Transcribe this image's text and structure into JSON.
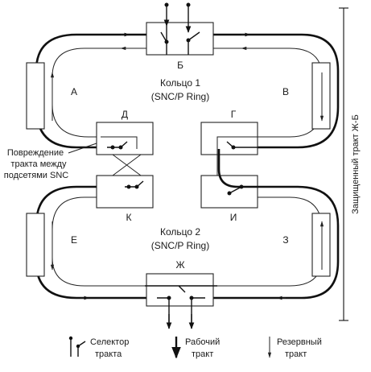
{
  "nodes": {
    "b": "Б",
    "a": "А",
    "v": "В",
    "d": "Д",
    "g": "Г",
    "k": "К",
    "i": "И",
    "e": "Е",
    "z": "З",
    "zh": "Ж"
  },
  "ring1": {
    "name": "Кольцо 1",
    "type": "(SNC/P Ring)"
  },
  "ring2": {
    "name": "Кольцо 2",
    "type": "(SNC/P Ring)"
  },
  "damage_note": {
    "line1": "Повреждение",
    "line2": "тракта между",
    "line3": "подсетями SNC"
  },
  "side_label": "Защищенный тракт Ж-Б",
  "legend": {
    "selector": {
      "line1": "Селектор",
      "line2": "тракта"
    },
    "working": {
      "line1": "Рабочий",
      "line2": "тракт"
    },
    "backup": {
      "line1": "Резервный",
      "line2": "тракт"
    }
  }
}
